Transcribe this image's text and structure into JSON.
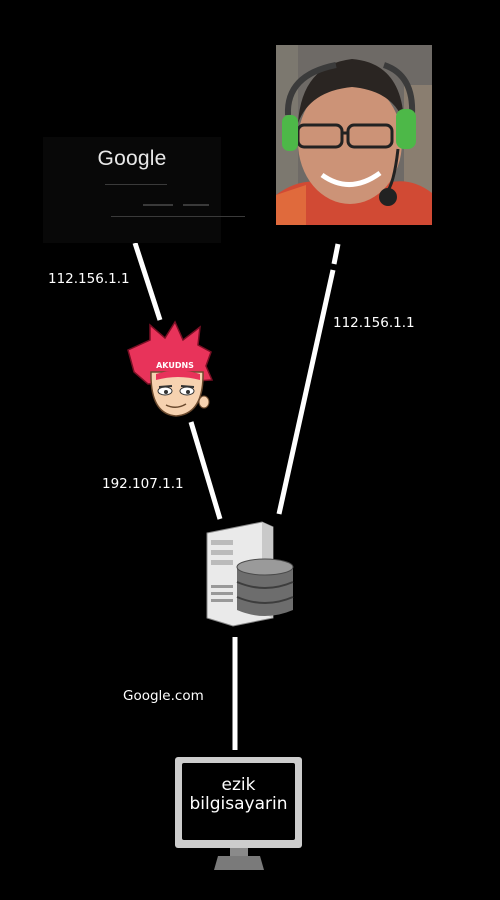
{
  "nodes": {
    "google": {
      "logo_text": "Google"
    },
    "dns": {
      "badge_text": "AKUDNS"
    },
    "computer": {
      "line1": "ezik",
      "line2": "bilgisayarin"
    }
  },
  "edges": {
    "google_to_dns": "112.156.1.1",
    "webcam_to_server": "112.156.1.1",
    "dns_to_server": "192.107.1.1",
    "server_to_computer": "Google.com"
  },
  "colors": {
    "background": "#000000",
    "line": "#ffffff",
    "dns_hair": "#e8335a",
    "monitor": "#cdcdcd"
  }
}
